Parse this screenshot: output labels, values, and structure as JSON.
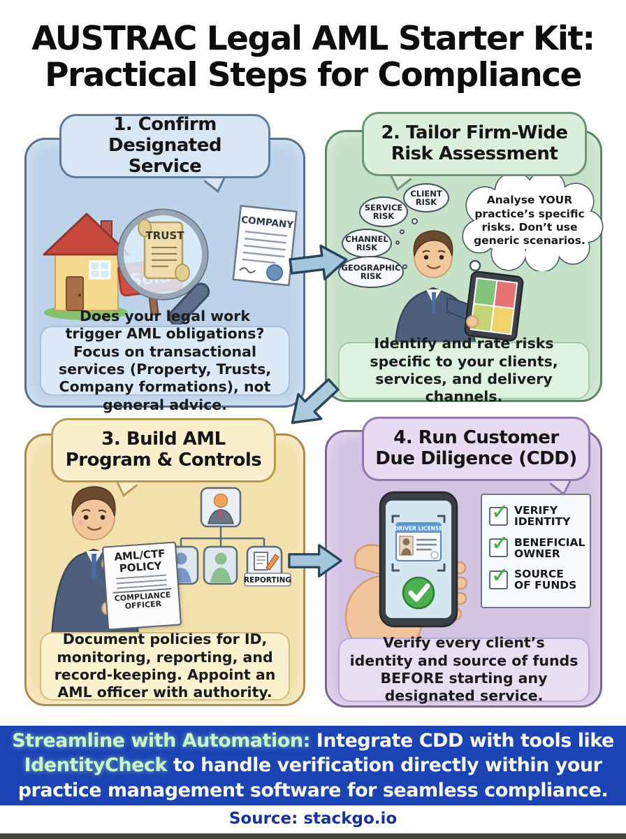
{
  "title": {
    "line1": "AUSTRAC Legal AML Starter Kit:",
    "line2": "Practical Steps for Compliance"
  },
  "panels": [
    {
      "header": "1. Confirm Designated Service",
      "body": "Does your legal work trigger AML obligations? Focus on transactional services (Property, Trusts, Company formations), not general advice.",
      "labels": {
        "sold": "Sold",
        "trust": "TRUST",
        "company": "COMPANY"
      }
    },
    {
      "header": "2. Tailor Firm-Wide Risk Assessment",
      "body": "Identify and rate risks specific to your clients, services, and delivery channels.",
      "thought": "Analyse YOUR practice’s specific risks. Don’t use generic scenarios.",
      "risk_bubbles": [
        "SERVICE RISK",
        "CLIENT RISK",
        "CHANNEL RISK",
        "GEOGRAPHIC RISK"
      ]
    },
    {
      "header": "3. Build AML Program & Controls",
      "body": "Document policies for ID, monitoring, reporting, and record-keeping. Appoint an AML officer with authority.",
      "labels": {
        "policy_line1": "AML/CTF",
        "policy_line2": "POLICY",
        "officer_line1": "COMPLIANCE",
        "officer_line2": "OFFICER",
        "reporting": "REPORTING"
      }
    },
    {
      "header": "4. Run Customer Due Diligence (CDD)",
      "body": "Verify every client’s identity and source of funds BEFORE starting any designated service.",
      "labels": {
        "license": "DRIVER LICENSE"
      },
      "checklist": [
        "VERIFY IDENTITY",
        "BENEFICIAL OWNER",
        "SOURCE OF FUNDS"
      ]
    }
  ],
  "banner": {
    "highlight1": "Streamline with Automation:",
    "mid": " Integrate CDD with tools like ",
    "highlight2": "IdentityCheck",
    "rest": " to handle verification directly within your practice management software for seamless compliance."
  },
  "source": "Source: stackgo.io",
  "icons": {
    "checkmark": "✓"
  },
  "colors": {
    "panel1": "#bdd3e9",
    "panel2": "#c5e1c7",
    "panel3": "#f3e1ad",
    "panel4": "#d5c3e3",
    "banner_bg": "#1b43b4",
    "banner_highlight": "#c9f6c7",
    "arrow": "#a3c6dc",
    "check_green": "#44b14c",
    "source_text": "#15339b"
  }
}
